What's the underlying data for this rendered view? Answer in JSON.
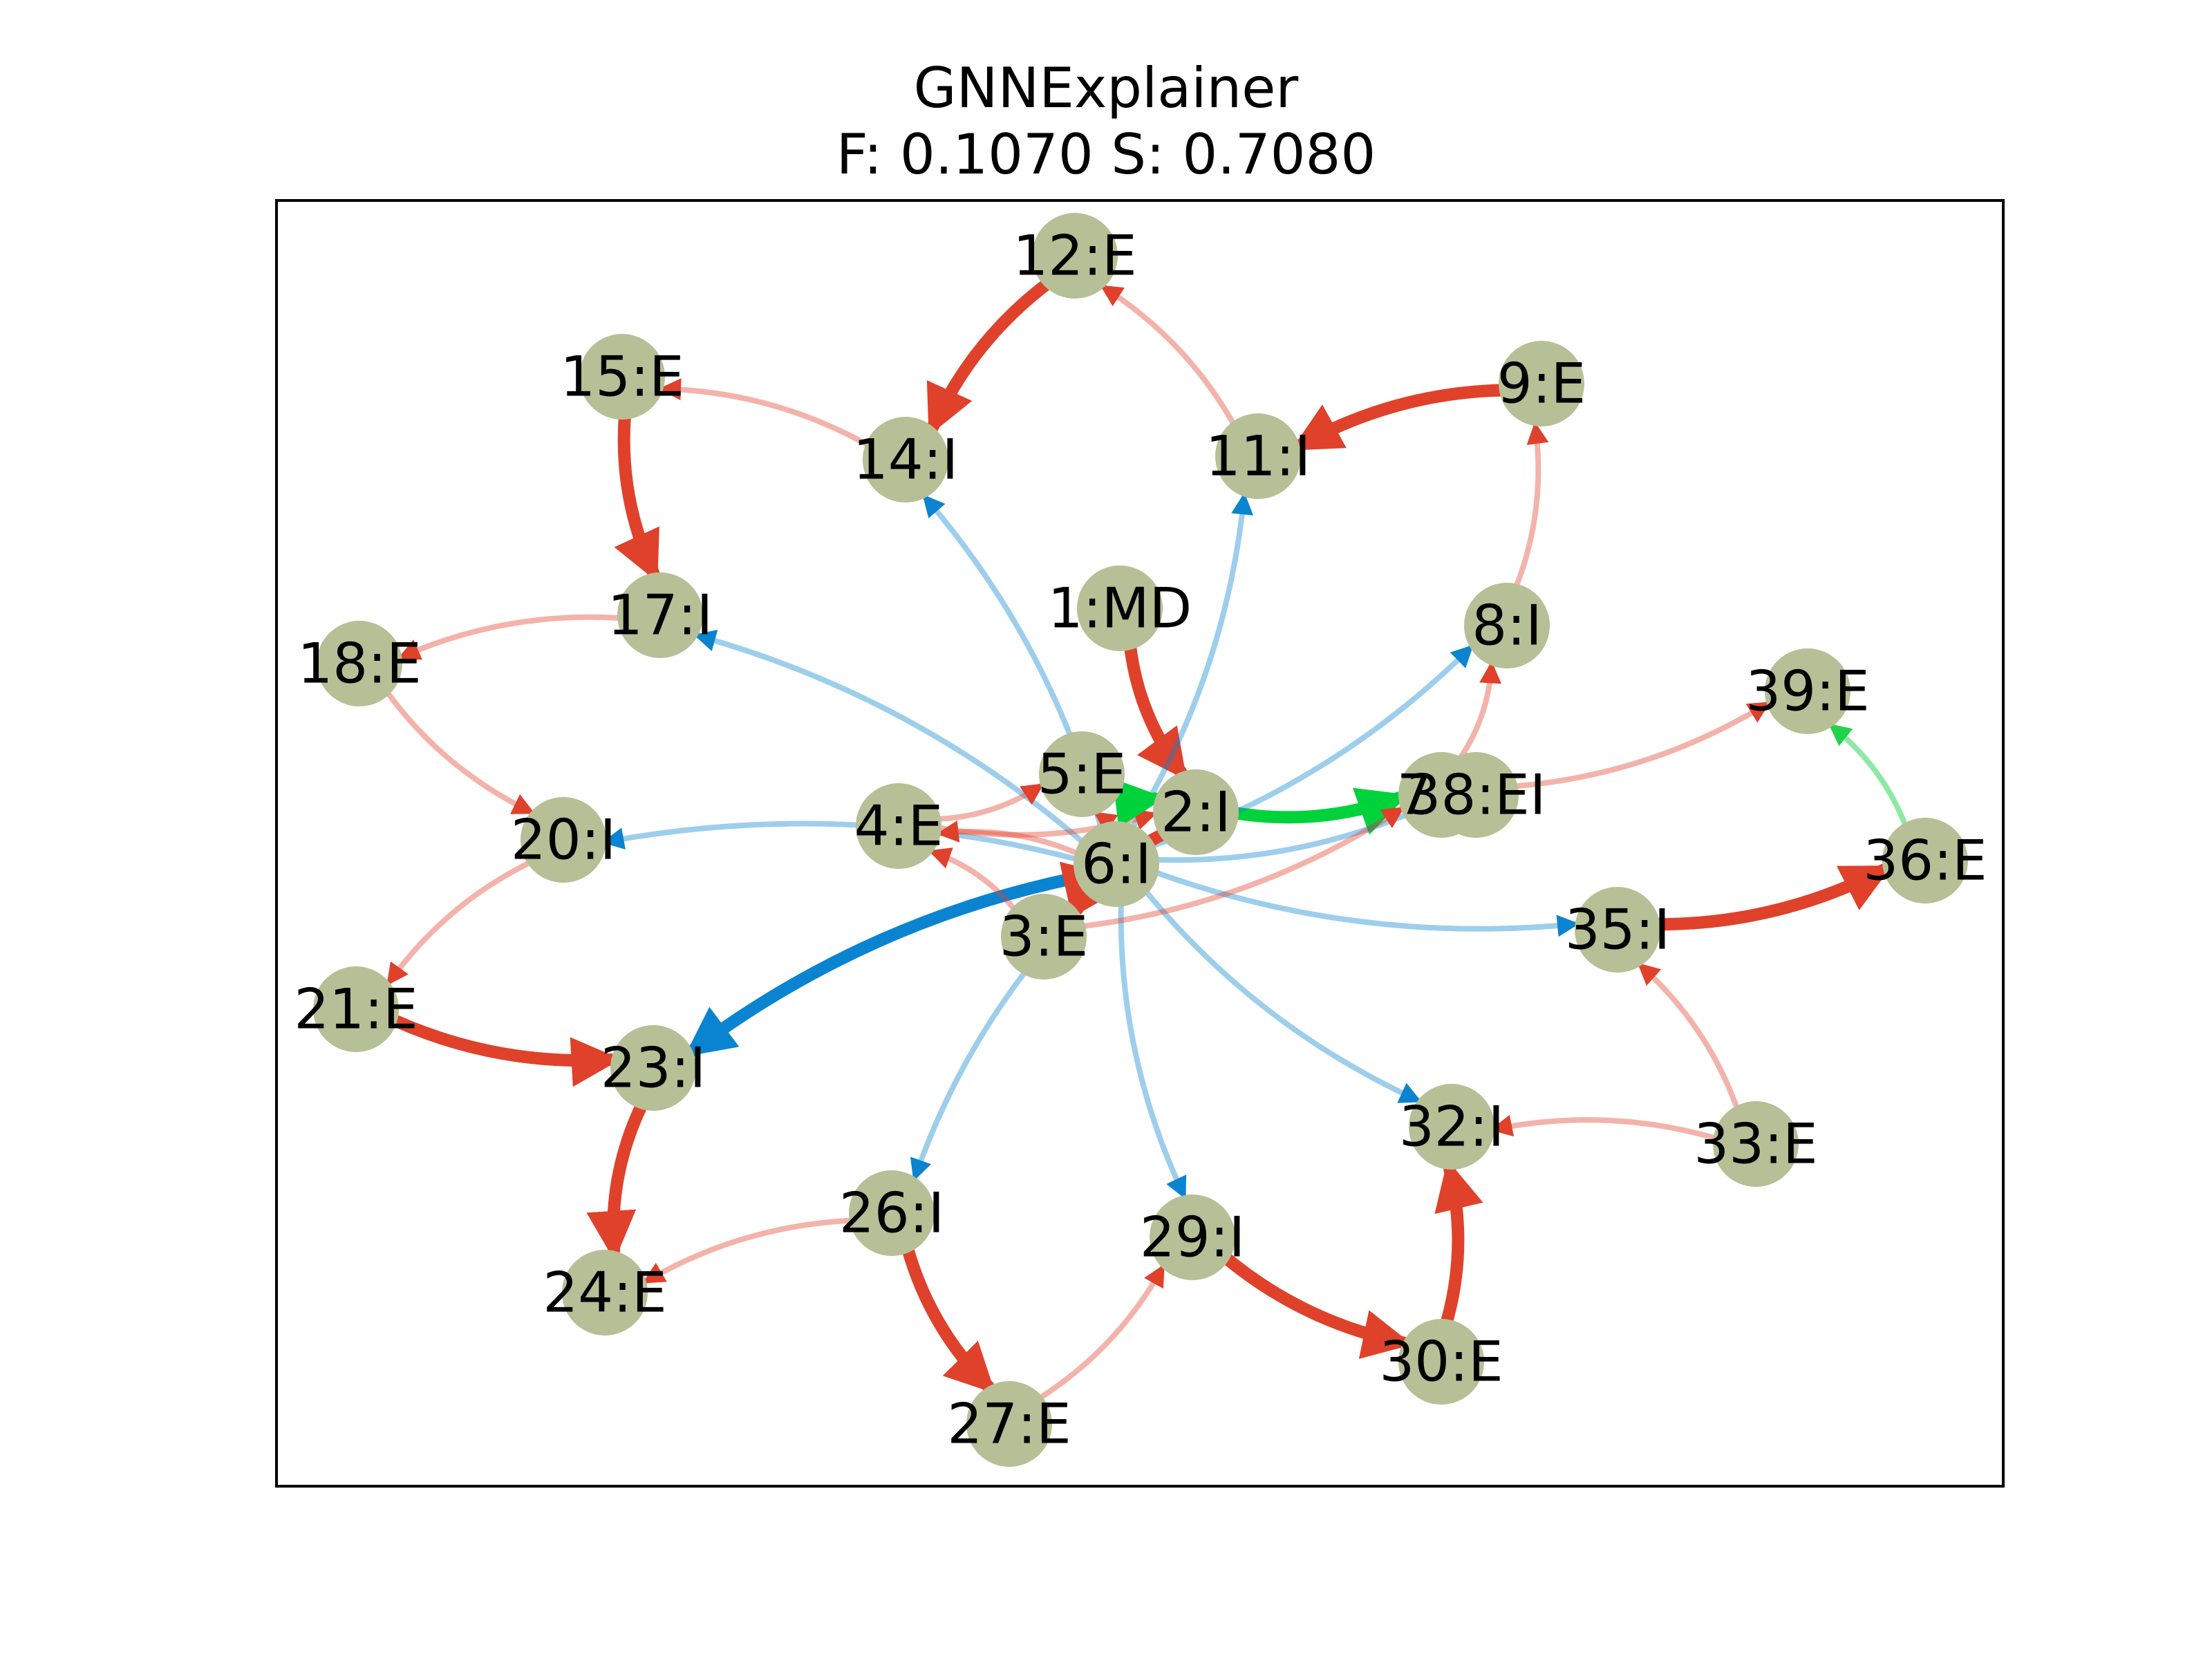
{
  "title": "GNNExplainer",
  "subtitle": "F: 0.1070  S: 0.7080",
  "nodes": [
    {
      "id": "1",
      "label": "1:MD"
    },
    {
      "id": "2",
      "label": "2:I"
    },
    {
      "id": "3",
      "label": "3:E"
    },
    {
      "id": "4",
      "label": "4:E"
    },
    {
      "id": "5",
      "label": "5:E"
    },
    {
      "id": "6",
      "label": "6:I"
    },
    {
      "id": "7",
      "label": "7:E"
    },
    {
      "id": "8",
      "label": "8:I"
    },
    {
      "id": "9",
      "label": "9:E"
    },
    {
      "id": "11",
      "label": "11:I"
    },
    {
      "id": "12",
      "label": "12:E"
    },
    {
      "id": "14",
      "label": "14:I"
    },
    {
      "id": "15",
      "label": "15:E"
    },
    {
      "id": "17",
      "label": "17:I"
    },
    {
      "id": "18",
      "label": "18:E"
    },
    {
      "id": "20",
      "label": "20:I"
    },
    {
      "id": "21",
      "label": "21:E"
    },
    {
      "id": "23",
      "label": "23:I"
    },
    {
      "id": "24",
      "label": "24:E"
    },
    {
      "id": "26",
      "label": "26:I"
    },
    {
      "id": "27",
      "label": "27:E"
    },
    {
      "id": "29",
      "label": "29:I"
    },
    {
      "id": "30",
      "label": "30:E"
    },
    {
      "id": "32",
      "label": "32:I"
    },
    {
      "id": "33",
      "label": "33:E"
    },
    {
      "id": "35",
      "label": "35:I"
    },
    {
      "id": "36",
      "label": "36:E"
    },
    {
      "id": "38",
      "label": "38:EI"
    },
    {
      "id": "39",
      "label": "39:E"
    }
  ],
  "edge_styles": {
    "red_strong": {
      "color": "#e0412b",
      "opacity": 1.0
    },
    "red_faint": {
      "color": "#e0412b",
      "opacity": 0.4
    },
    "blue_strong": {
      "color": "#0a84d0",
      "opacity": 1.0
    },
    "blue_faint": {
      "color": "#0a84d0",
      "opacity": 0.4
    },
    "green_strong": {
      "color": "#00d23c",
      "opacity": 1.0
    },
    "green_faint": {
      "color": "#22d24a",
      "opacity": 0.5
    }
  },
  "node_color": "#b7bf96",
  "edges": [
    {
      "from": "1",
      "to": "2",
      "style": "red_strong"
    },
    {
      "from": "12",
      "to": "14",
      "style": "red_strong"
    },
    {
      "from": "11",
      "to": "12",
      "style": "red_faint"
    },
    {
      "from": "14",
      "to": "15",
      "style": "red_faint"
    },
    {
      "from": "9",
      "to": "11",
      "style": "red_strong"
    },
    {
      "from": "15",
      "to": "17",
      "style": "red_strong"
    },
    {
      "from": "17",
      "to": "18",
      "style": "red_faint"
    },
    {
      "from": "18",
      "to": "20",
      "style": "red_faint"
    },
    {
      "from": "20",
      "to": "21",
      "style": "red_faint"
    },
    {
      "from": "21",
      "to": "23",
      "style": "red_strong"
    },
    {
      "from": "23",
      "to": "24",
      "style": "red_strong"
    },
    {
      "from": "26",
      "to": "24",
      "style": "red_faint"
    },
    {
      "from": "26",
      "to": "27",
      "style": "red_strong"
    },
    {
      "from": "27",
      "to": "29",
      "style": "red_faint"
    },
    {
      "from": "29",
      "to": "30",
      "style": "red_strong"
    },
    {
      "from": "30",
      "to": "32",
      "style": "red_strong"
    },
    {
      "from": "33",
      "to": "32",
      "style": "red_faint"
    },
    {
      "from": "33",
      "to": "35",
      "style": "red_faint"
    },
    {
      "from": "35",
      "to": "36",
      "style": "red_strong"
    },
    {
      "from": "36",
      "to": "39",
      "style": "green_faint"
    },
    {
      "from": "38",
      "to": "39",
      "style": "red_faint"
    },
    {
      "from": "7",
      "to": "8",
      "style": "red_faint"
    },
    {
      "from": "8",
      "to": "9",
      "style": "red_faint"
    },
    {
      "from": "2",
      "to": "7",
      "style": "green_strong"
    },
    {
      "from": "6",
      "to": "23",
      "style": "blue_strong"
    },
    {
      "from": "6",
      "to": "17",
      "style": "blue_faint"
    },
    {
      "from": "6",
      "to": "14",
      "style": "blue_faint"
    },
    {
      "from": "6",
      "to": "11",
      "style": "blue_faint"
    },
    {
      "from": "6",
      "to": "8",
      "style": "blue_faint"
    },
    {
      "from": "6",
      "to": "20",
      "style": "blue_faint"
    },
    {
      "from": "6",
      "to": "26",
      "style": "blue_faint"
    },
    {
      "from": "6",
      "to": "29",
      "style": "blue_faint"
    },
    {
      "from": "6",
      "to": "32",
      "style": "blue_faint"
    },
    {
      "from": "6",
      "to": "35",
      "style": "blue_faint"
    },
    {
      "from": "6",
      "to": "38",
      "style": "blue_faint"
    },
    {
      "from": "6",
      "to": "5",
      "style": "red_faint"
    },
    {
      "from": "6",
      "to": "4",
      "style": "red_faint"
    },
    {
      "from": "6",
      "to": "3",
      "style": "red_strong"
    },
    {
      "from": "2",
      "to": "3",
      "style": "red_strong"
    },
    {
      "from": "3",
      "to": "4",
      "style": "red_faint"
    },
    {
      "from": "4",
      "to": "5",
      "style": "red_faint"
    },
    {
      "from": "4",
      "to": "2",
      "style": "red_faint"
    },
    {
      "from": "3",
      "to": "7",
      "style": "red_faint"
    },
    {
      "from": "5",
      "to": "2",
      "style": "green_strong"
    }
  ]
}
